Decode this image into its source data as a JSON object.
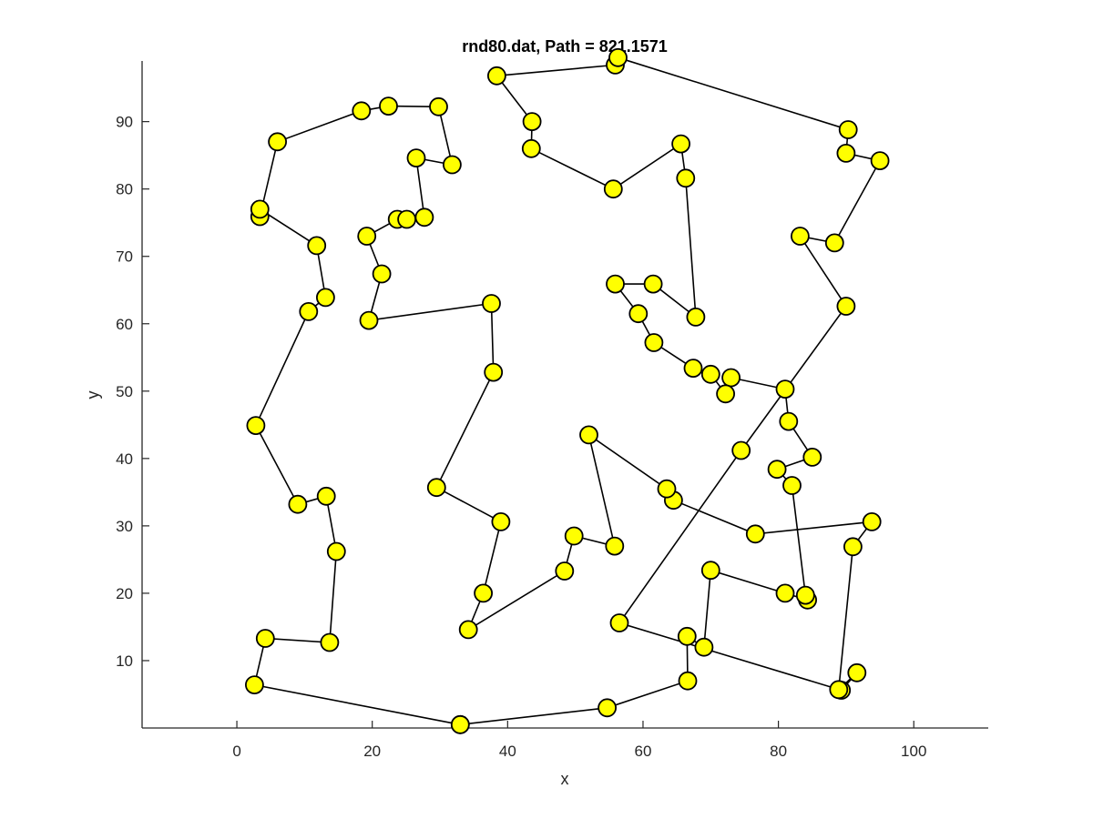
{
  "chart_data": {
    "type": "line",
    "title": "rnd80.dat, Path = 821.1571",
    "xlabel": "x",
    "ylabel": "y",
    "xlim": [
      -14,
      111
    ],
    "ylim": [
      0,
      99
    ],
    "xticks": [
      0,
      20,
      40,
      60,
      80,
      100
    ],
    "yticks": [
      10,
      20,
      30,
      40,
      50,
      60,
      70,
      80,
      90
    ],
    "grid": false,
    "marker": "circle",
    "marker_color": "#ffff00",
    "line_color": "#000000",
    "series": [
      {
        "x": [
          33,
          54.7,
          66.6,
          66.5,
          69,
          70,
          81,
          84.3,
          84,
          82,
          79.8,
          85,
          81.5,
          81,
          73,
          72.2,
          70,
          67.4,
          61.6,
          59.3,
          55.9,
          61.5,
          67.8,
          66.3,
          65.6,
          55.6,
          43.5,
          43.6,
          38.4,
          55.9,
          56.3,
          90.3,
          90,
          95,
          88.3,
          83.2,
          90,
          74.5,
          56.5,
          89.3,
          91.6,
          88.9,
          91,
          93.8,
          76.6,
          64.5,
          63.5,
          52,
          55.8,
          49.8,
          48.4,
          34.2,
          36.4,
          39,
          29.5,
          37.9,
          37.6,
          19.5,
          21.4,
          19.2,
          23.7,
          25.1,
          27.7,
          26.5,
          31.8,
          29.8,
          22.4,
          18.4,
          6,
          3.4,
          3.4,
          11.8,
          13.1,
          10.6,
          2.8,
          9,
          13.2,
          14.7,
          13.7,
          4.2,
          2.6,
          33
        ],
        "y": [
          0.5,
          3,
          7,
          13.6,
          12,
          23.4,
          20,
          19,
          19.7,
          36,
          38.4,
          40.2,
          45.5,
          50.3,
          52,
          49.6,
          52.5,
          53.4,
          57.2,
          61.5,
          65.9,
          65.9,
          61,
          81.6,
          86.7,
          80,
          86,
          90,
          96.8,
          98.4,
          99.5,
          88.8,
          85.3,
          84.2,
          72,
          73,
          62.6,
          41.2,
          15.6,
          5.6,
          8.2,
          5.7,
          26.9,
          30.6,
          28.8,
          33.8,
          35.5,
          43.5,
          27,
          28.5,
          23.3,
          14.6,
          20,
          30.6,
          35.7,
          52.8,
          63,
          60.5,
          67.4,
          73,
          75.5,
          75.5,
          75.8,
          84.6,
          83.6,
          92.2,
          92.3,
          91.6,
          87,
          75.9,
          77,
          71.6,
          63.9,
          61.8,
          44.9,
          33.2,
          34.4,
          26.2,
          12.7,
          13.3,
          6.4,
          0.5
        ]
      }
    ]
  }
}
